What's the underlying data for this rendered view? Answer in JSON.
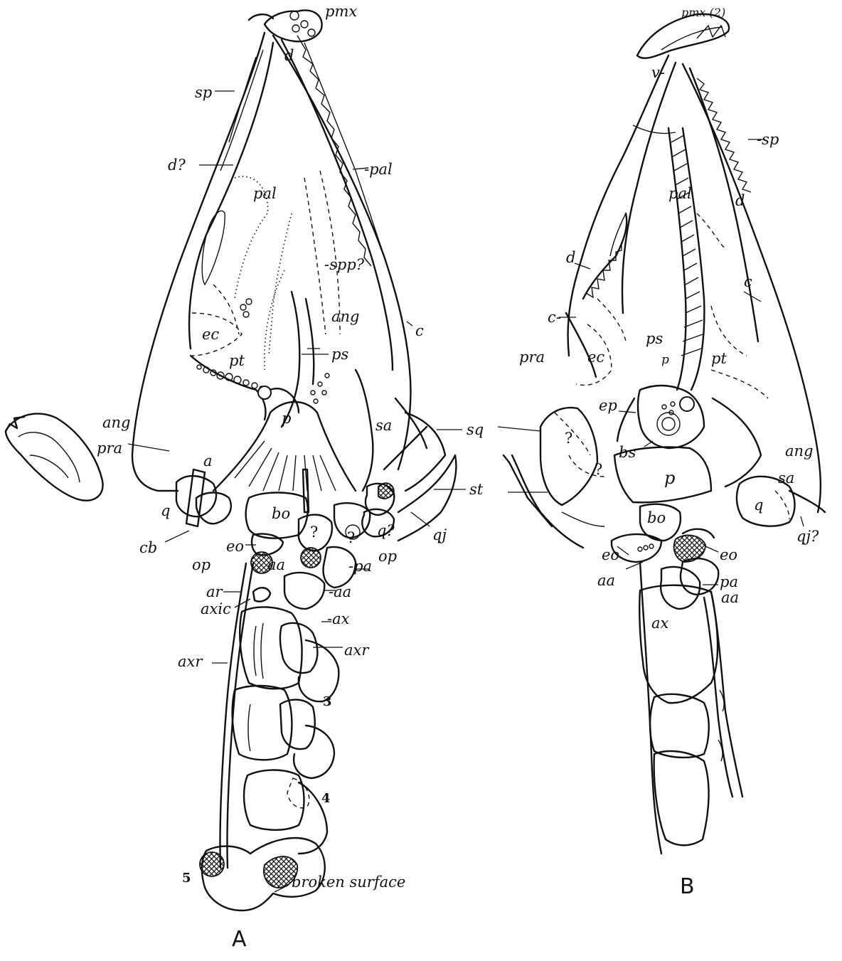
{
  "figure": {
    "panel_a_letter": "A",
    "panel_b_letter": "B",
    "labels_a": {
      "pmx": "pmx",
      "d": "d",
      "sp": "sp",
      "d_q": "d?",
      "pal_tooth": "-pal",
      "pal": "pal",
      "spp": "-spp?",
      "ang": "ang",
      "c": "c",
      "ec": "ec",
      "pt": "pt",
      "ps": "ps",
      "p": "p",
      "sa": "sa",
      "sq": "sq",
      "st": "st",
      "ang2": "ang",
      "pra": "pra",
      "a": "a",
      "q": "q",
      "cb": "cb",
      "op": "op",
      "bo": "bo",
      "eo": "eo",
      "aa1": "aa",
      "qm": "?",
      "qm2": "?",
      "qq": "q?",
      "op2": "op",
      "qj": "qj",
      "pa": "-pa",
      "aa2": "-aa",
      "ar": "ar",
      "axic": "axic",
      "ax": "-ax",
      "axr": "axr",
      "axr2": "axr",
      "n3": "3",
      "n4": "4",
      "n5": "5",
      "broken": "broken surface"
    },
    "labels_b": {
      "pmx": "pmx (2)",
      "v": "v-",
      "sp": "-sp",
      "pal": "pal",
      "d": "d",
      "d2": "d",
      "c": "c",
      "c2": "c-",
      "pra": "pra",
      "ec": "ec",
      "ps": "ps",
      "p_small": "p",
      "pt": "pt",
      "ep": "ep",
      "q1": "?",
      "q2": "?",
      "bs": "bs",
      "p": "p",
      "ang": "ang",
      "sa": "sa",
      "q": "q",
      "qj": "qj?",
      "bo": "bo",
      "eo": "eo",
      "eo2": "eo",
      "pa": "pa",
      "aa": "aa",
      "aa2": "aa",
      "ax": "ax"
    }
  }
}
